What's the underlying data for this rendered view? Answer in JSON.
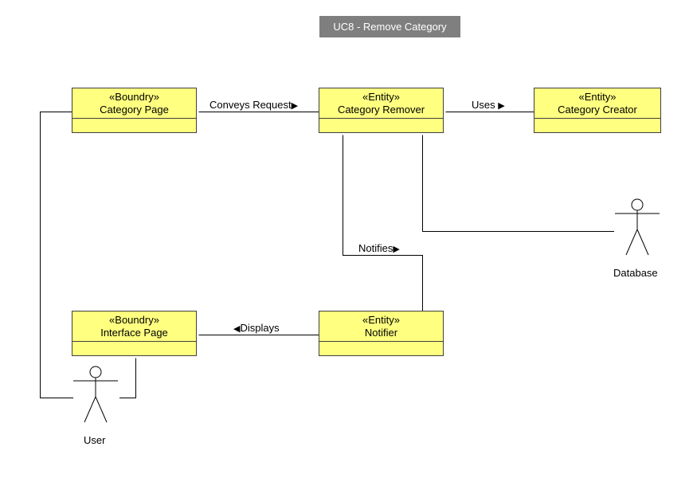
{
  "title": "UC8 - Remove Category",
  "classes": {
    "category_page": {
      "stereotype": "«Boundry»",
      "name": "Category Page"
    },
    "category_remover": {
      "stereotype": "«Entity»",
      "name": "Category Remover"
    },
    "category_creator": {
      "stereotype": "«Entity»",
      "name": "Category Creator"
    },
    "interface_page": {
      "stereotype": "«Boundry»",
      "name": "Interface Page"
    },
    "notifier": {
      "stereotype": "«Entity»",
      "name": "Notifier"
    }
  },
  "actors": {
    "database": "Database",
    "user": "User"
  },
  "associations": {
    "conveys_request": "Conveys Request",
    "uses": "Uses",
    "notifies": "Notifies",
    "displays": "Displays"
  },
  "colors": {
    "class_fill": "#ffff80",
    "title_fill": "#7f7f7f"
  }
}
